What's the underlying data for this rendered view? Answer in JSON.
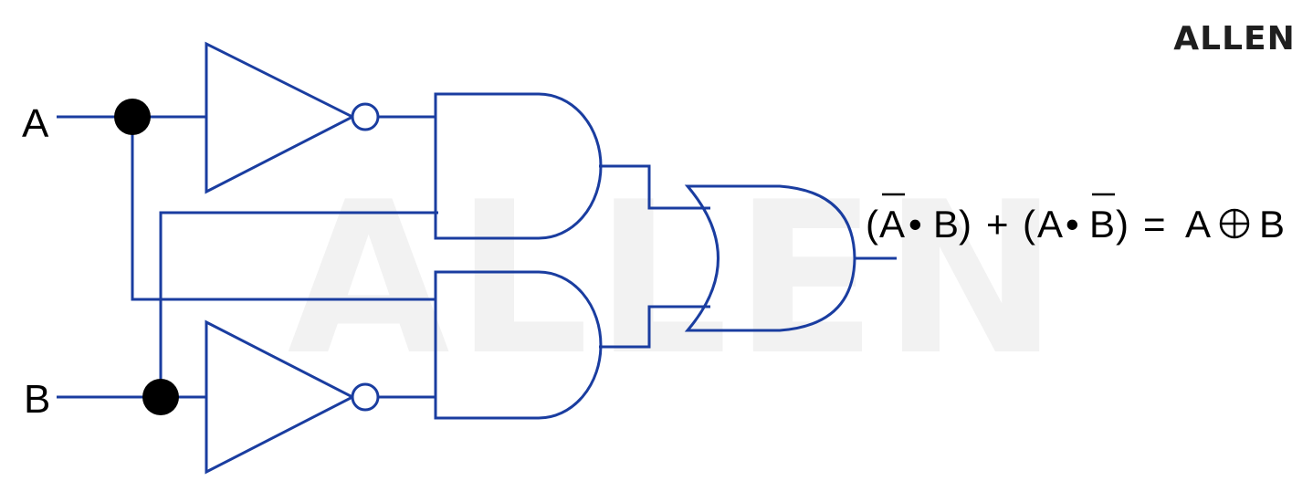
{
  "brand": {
    "logo_text": "ALLEN",
    "watermark_text": "ALLEN"
  },
  "inputs": {
    "a_label": "A",
    "b_label": "B"
  },
  "output": {
    "expression": {
      "open1": "(",
      "a_bar": "A",
      "dot1": "•",
      "b1": "B",
      "close1": ")",
      "plus": "+",
      "open2": "(",
      "a2": "A",
      "dot2": "•",
      "b_bar": "B",
      "close2": ")",
      "equals": "=",
      "a3": "A",
      "b3": "B"
    }
  },
  "gates": [
    "NOT",
    "NOT",
    "AND",
    "AND",
    "OR"
  ],
  "colors": {
    "wire": "#1a3da0",
    "junction": "#000000",
    "text": "#000000"
  }
}
